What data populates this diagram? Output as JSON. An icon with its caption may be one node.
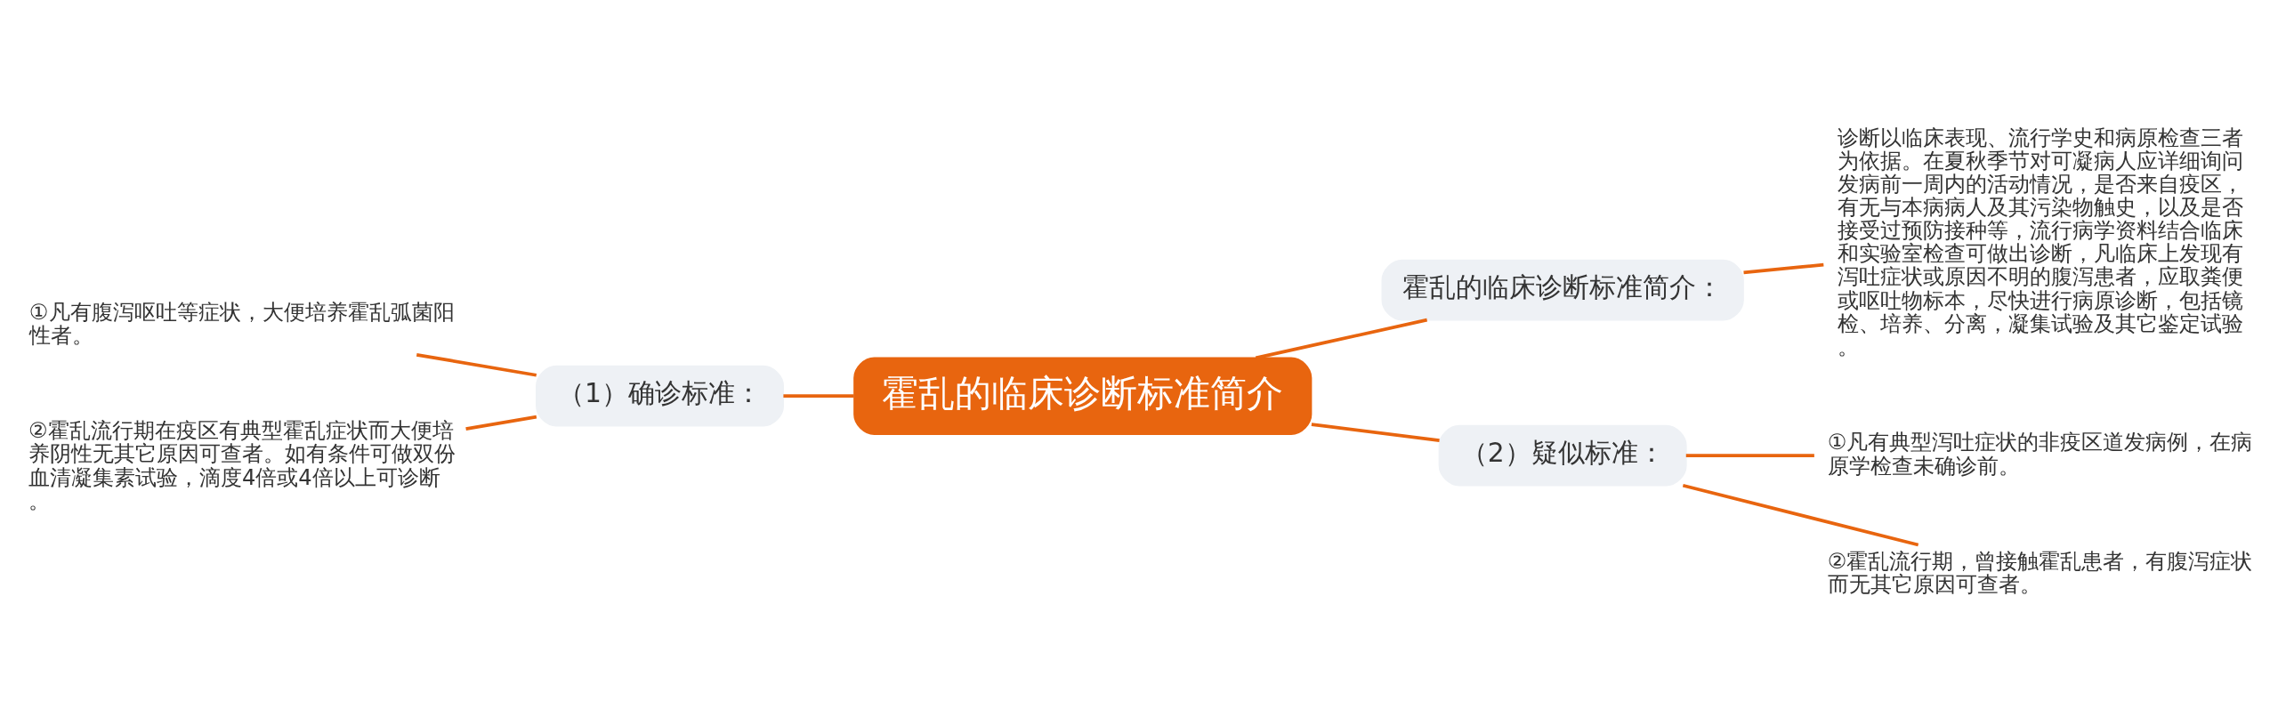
{
  "diagram": {
    "nodes": [
      {
        "text": [
          "霍乱的临床诊断标准简介"
        ]
      },
      {
        "text": [
          "霍乱的临床诊断标准简介："
        ]
      },
      {
        "text": [
          "诊断以临床表现、流行学史和病原检查三者为依据。在夏秋季节对可凝病人应详细询问发病前一周内的活动情况，是否来自疫区，有无与本病病人及其污染物触史，以及是否接受过预防接种等，流行病学资料结合临床和实验室检查可做出诊断，凡临床上发现有泻吐症状或原因不明的腹泻患者，应取粪便或呕吐物标本，尽快进行病原诊断，包括镜检、培养、分离，凝集试验及其它鉴定试验。"
        ]
      },
      {
        "text": [
          "（1）确诊标准："
        ]
      },
      {
        "text": [
          "①凡有腹泻呕吐等症状，大便培养霍乱弧菌阳性者。"
        ]
      },
      {
        "text": [
          "②霍乱流行期在疫区有典型霍乱症状而大便培养阴性无其它原因可查者。如有条件可做双份血清凝集素试验，滴度4倍或4倍以上可诊断。"
        ]
      },
      {
        "text": [
          "（2）疑似标准："
        ]
      },
      {
        "text": [
          "①凡有典型泻吐症状的非疫区道发病例，在病原学检查未确诊前。"
        ]
      },
      {
        "text": [
          "②霍乱流行期，曾接触霍乱患者，有腹泻症状而无其它原因可查者。"
        ]
      }
    ],
    "edges": [
      {
        "from": 0,
        "to": 1,
        "arrow": "none"
      },
      {
        "from": 1,
        "to": 2,
        "arrow": "none"
      },
      {
        "from": 0,
        "to": 3,
        "arrow": "none"
      },
      {
        "from": 3,
        "to": 4,
        "arrow": "none"
      },
      {
        "from": 3,
        "to": 5,
        "arrow": "none"
      },
      {
        "from": 0,
        "to": 6,
        "arrow": "none"
      },
      {
        "from": 6,
        "to": 7,
        "arrow": "none"
      },
      {
        "from": 6,
        "to": 8,
        "arrow": "none"
      }
    ]
  }
}
